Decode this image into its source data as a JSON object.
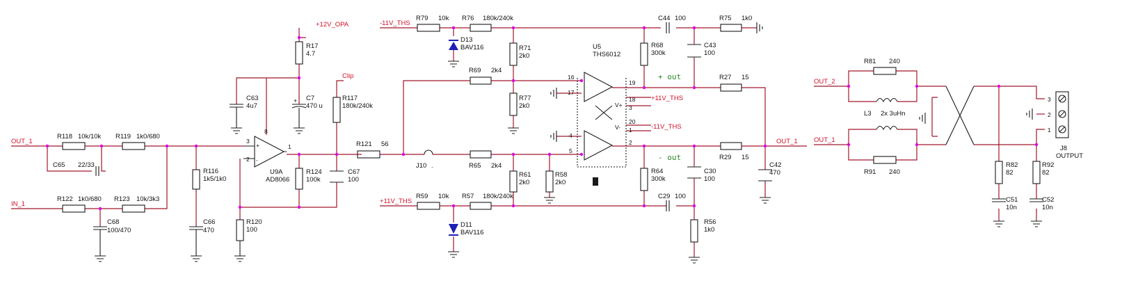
{
  "nets": {
    "out1_in": "OUT_1",
    "in1": "IN_1",
    "v12_opa": "+12V_OPA",
    "clip": "Clip",
    "m11_ths_top": "-11V_THS",
    "p11_ths_bot": "+11V_THS",
    "p11_ths_mid": "+11V_THS",
    "m11_ths_mid": "-11V_THS",
    "out1_amp": "OUT_1",
    "out2_right": "OUT_2",
    "out1_right": "OUT_1"
  },
  "parts": [
    {
      "id": "r118",
      "ref": "R118",
      "value": "10k/10k"
    },
    {
      "id": "r119",
      "ref": "R119",
      "value": "1k0/680"
    },
    {
      "id": "c65",
      "ref": "C65",
      "value": "22/33"
    },
    {
      "id": "r122",
      "ref": "R122",
      "value": "1k0/680"
    },
    {
      "id": "r123",
      "ref": "R123",
      "value": "10k/3k3"
    },
    {
      "id": "c68",
      "ref": "C68",
      "value": "100/470"
    },
    {
      "id": "r116",
      "ref": "R116",
      "value": "1k5/1k0"
    },
    {
      "id": "c66",
      "ref": "C66",
      "value": "470"
    },
    {
      "id": "c63",
      "ref": "C63",
      "value": "4u7"
    },
    {
      "id": "r17",
      "ref": "R17",
      "value": "4.7"
    },
    {
      "id": "c7",
      "ref": "C7",
      "value": "470 u"
    },
    {
      "id": "u9a",
      "ref": "U9A",
      "value": "AD8066"
    },
    {
      "id": "r120",
      "ref": "R120",
      "value": "100"
    },
    {
      "id": "r124",
      "ref": "R124",
      "value": "100k"
    },
    {
      "id": "r117",
      "ref": "R117",
      "value": "180k/240k"
    },
    {
      "id": "c67",
      "ref": "C67",
      "value": "100"
    },
    {
      "id": "r121",
      "ref": "R121",
      "value": "56"
    },
    {
      "id": "j10",
      "ref": "J10",
      "value": "."
    },
    {
      "id": "r79",
      "ref": "R79",
      "value": "10k"
    },
    {
      "id": "r76",
      "ref": "R76",
      "value": "180k/240k"
    },
    {
      "id": "d13",
      "ref": "D13",
      "value": "BAV116"
    },
    {
      "id": "r71",
      "ref": "R71",
      "value": "2k0"
    },
    {
      "id": "r69",
      "ref": "R69",
      "value": "2k4"
    },
    {
      "id": "r77",
      "ref": "R77",
      "value": "2k0"
    },
    {
      "id": "r65",
      "ref": "R65",
      "value": "2k4"
    },
    {
      "id": "r61",
      "ref": "R61",
      "value": "2k0"
    },
    {
      "id": "r58",
      "ref": "R58",
      "value": "2k0"
    },
    {
      "id": "r59",
      "ref": "R59",
      "value": "10k"
    },
    {
      "id": "r57",
      "ref": "R57",
      "value": "180k/240k"
    },
    {
      "id": "d11",
      "ref": "D11",
      "value": "BAV116"
    },
    {
      "id": "u5",
      "ref": "U5",
      "value": "THS6012"
    },
    {
      "id": "c44",
      "ref": "C44",
      "value": "100"
    },
    {
      "id": "r75",
      "ref": "R75",
      "value": "1k0"
    },
    {
      "id": "c43",
      "ref": "C43",
      "value": "100"
    },
    {
      "id": "r68",
      "ref": "R68",
      "value": "300k"
    },
    {
      "id": "r27",
      "ref": "R27",
      "value": "15"
    },
    {
      "id": "r64",
      "ref": "R64",
      "value": "300k"
    },
    {
      "id": "c30",
      "ref": "C30",
      "value": "100"
    },
    {
      "id": "c29",
      "ref": "C29",
      "value": "100"
    },
    {
      "id": "r56",
      "ref": "R56",
      "value": "1k0"
    },
    {
      "id": "r29",
      "ref": "R29",
      "value": "15"
    },
    {
      "id": "c42",
      "ref": "C42",
      "value": "470"
    },
    {
      "id": "r81",
      "ref": "R81",
      "value": "240"
    },
    {
      "id": "l3",
      "ref": "L3",
      "value": "2x 3uHn"
    },
    {
      "id": "r91",
      "ref": "R91",
      "value": "240"
    },
    {
      "id": "r82",
      "ref": "R82",
      "value": "82"
    },
    {
      "id": "c51",
      "ref": "C51",
      "value": "10n"
    },
    {
      "id": "r92",
      "ref": "R92",
      "value": "82"
    },
    {
      "id": "c52",
      "ref": "C52",
      "value": "10n"
    },
    {
      "id": "j8",
      "ref": "J8",
      "value": "OUTPUT"
    }
  ],
  "pins": {
    "u9a": [
      "3",
      "2",
      "1",
      "8"
    ],
    "u5": [
      "16",
      "17",
      "19",
      "18",
      "3",
      "20",
      "1",
      "4",
      "5",
      "2"
    ],
    "j8": [
      "3",
      "2",
      "1"
    ]
  },
  "annotations": {
    "plus_out": "+ out",
    "minus_out": "- out",
    "v_plus": "V+",
    "v_minus": "V-",
    "opamp_plus": "+",
    "opamp_minus": "-"
  }
}
